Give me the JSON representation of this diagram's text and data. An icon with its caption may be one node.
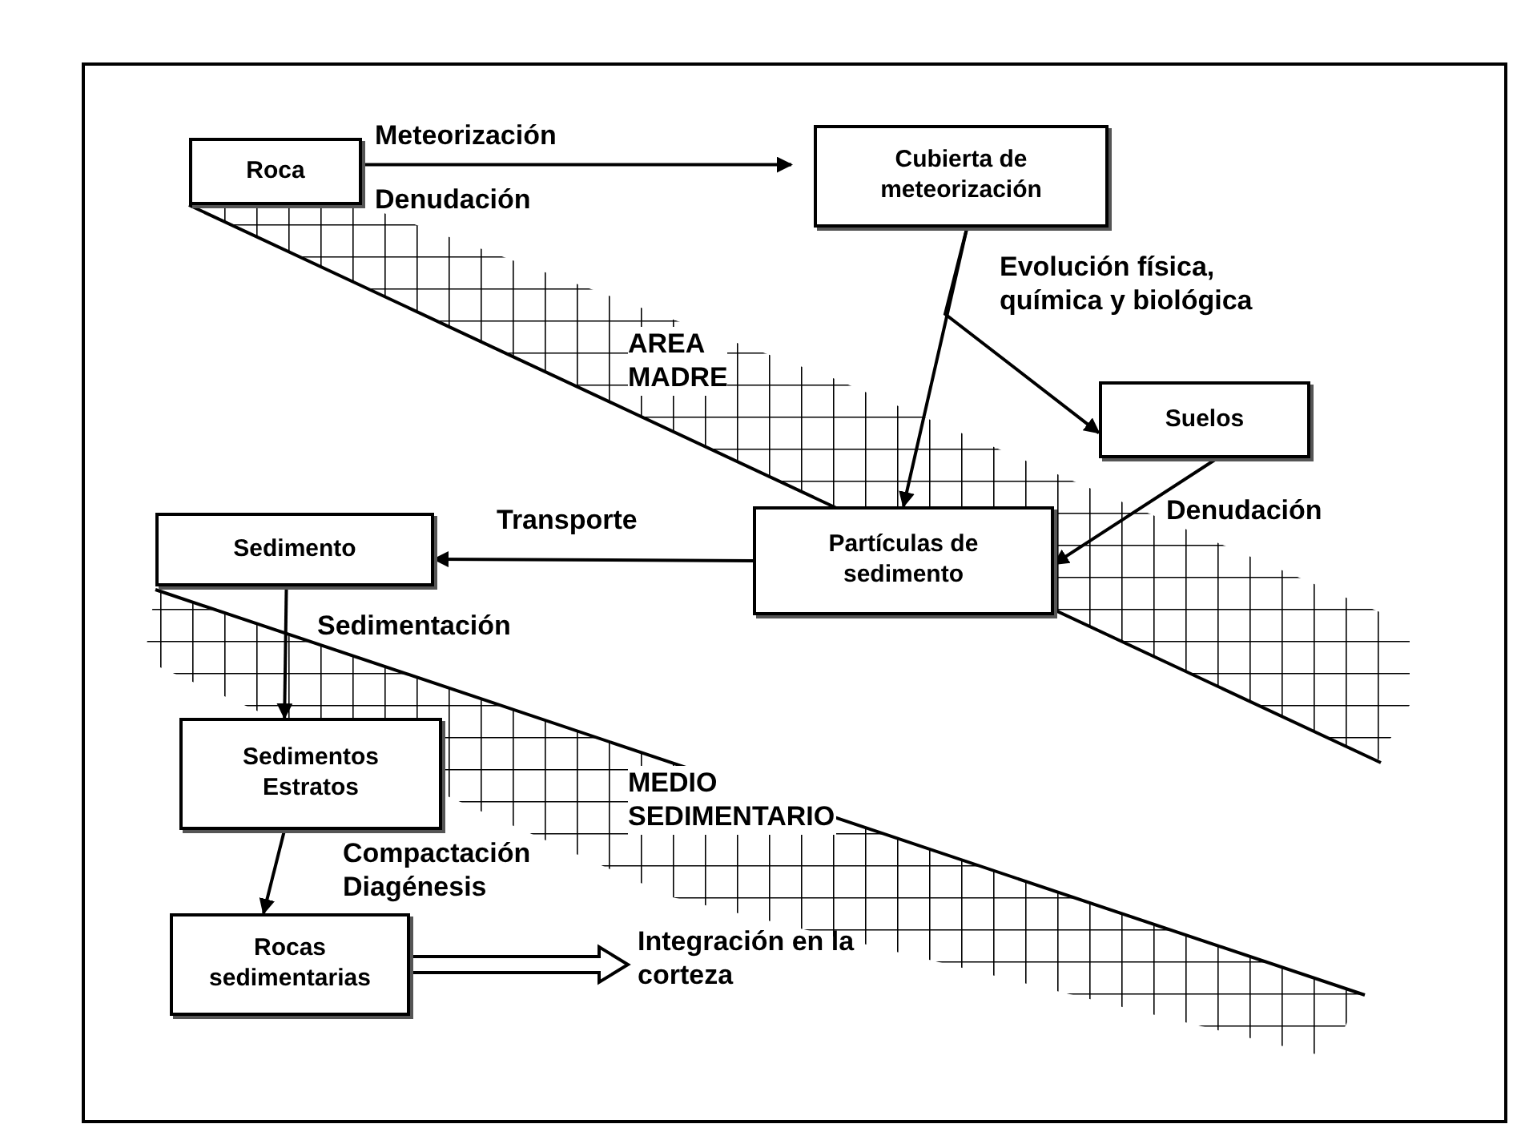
{
  "diagram": {
    "nodes": [
      {
        "text": [
          "Roca"
        ]
      },
      {
        "text": [
          "Cubierta de meteorización"
        ]
      },
      {
        "text": [
          "Suelos"
        ]
      },
      {
        "text": [
          "Partículas de sedimento"
        ]
      },
      {
        "text": [
          "Sedimento"
        ]
      },
      {
        "text": [
          "Sedimentos Estratos"
        ]
      },
      {
        "text": [
          "Rocas sedimentarias"
        ]
      },
      {
        "text": [
          "Integración en la corteza"
        ]
      }
    ],
    "edges": [
      {
        "from": 0,
        "to": 1,
        "arrow": "to",
        "label": "Meteorización"
      },
      {
        "from": 1,
        "to": 3,
        "arrow": "to"
      },
      {
        "from": 1,
        "to": 2,
        "arrow": "to",
        "label": "Evolución física, química y biológica"
      },
      {
        "from": 2,
        "to": 3,
        "arrow": "to",
        "label": "Denudación"
      },
      {
        "from": 3,
        "to": 4,
        "arrow": "to",
        "label": "Transporte"
      },
      {
        "from": 4,
        "to": 5,
        "arrow": "to",
        "label": "Sedimentación"
      },
      {
        "from": 5,
        "to": 6,
        "arrow": "to",
        "label": "Compactación Diagénesis"
      },
      {
        "from": 6,
        "to": 7,
        "arrow": "to",
        "style": "thick"
      }
    ],
    "labels": [
      "Denudación",
      "AREA MADRE",
      "MEDIO SEDIMENTARIO"
    ]
  }
}
